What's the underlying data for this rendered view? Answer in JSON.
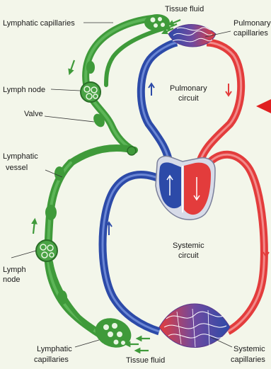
{
  "labels": {
    "tissue_fluid_top": "Tissue fluid",
    "lymphatic_capillaries_top": "Lymphatic capillaries",
    "pulmonary_capillaries_1": "Pulmonary",
    "pulmonary_capillaries_2": "capillaries",
    "lymph_node_top": "Lymph node",
    "valve": "Valve",
    "pulmonary_circuit_1": "Pulmonary",
    "pulmonary_circuit_2": "circuit",
    "lymphatic_vessel_1": "Lymphatic",
    "lymphatic_vessel_2": "vessel",
    "systemic_circuit_1": "Systemic",
    "systemic_circuit_2": "circuit",
    "lymph_node_bottom_1": "Lymph",
    "lymph_node_bottom_2": "node",
    "lymphatic_capillaries_bottom_1": "Lymphatic",
    "lymphatic_capillaries_bottom_2": "capillaries",
    "tissue_fluid_bottom": "Tissue fluid",
    "systemic_capillaries_1": "Systemic",
    "systemic_capillaries_2": "capillaries"
  },
  "colors": {
    "lymph": "#3f9a3a",
    "lymph_dark": "#2a6e27",
    "oxygenated": "#e33c3c",
    "deoxygenated": "#2c4aa8",
    "capillary_mix": "#6e4aa0",
    "pointer": "#e02020",
    "background": "#f3f6ea"
  }
}
